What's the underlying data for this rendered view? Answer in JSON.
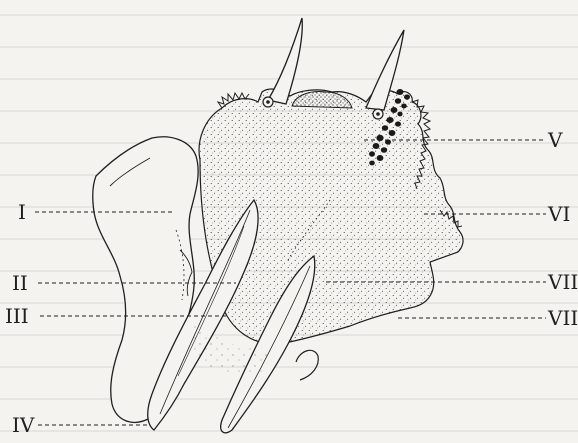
{
  "figure": {
    "labels_left": [
      "I",
      "II",
      "III",
      "IV"
    ],
    "labels_right": [
      "V",
      "VI",
      "VII",
      "VIII"
    ],
    "colors": {
      "paper": "#f4f3f0",
      "ink": "#1f1f1f",
      "stipple": "#2a2a2a",
      "faint_text": "#c9c8c4"
    }
  }
}
